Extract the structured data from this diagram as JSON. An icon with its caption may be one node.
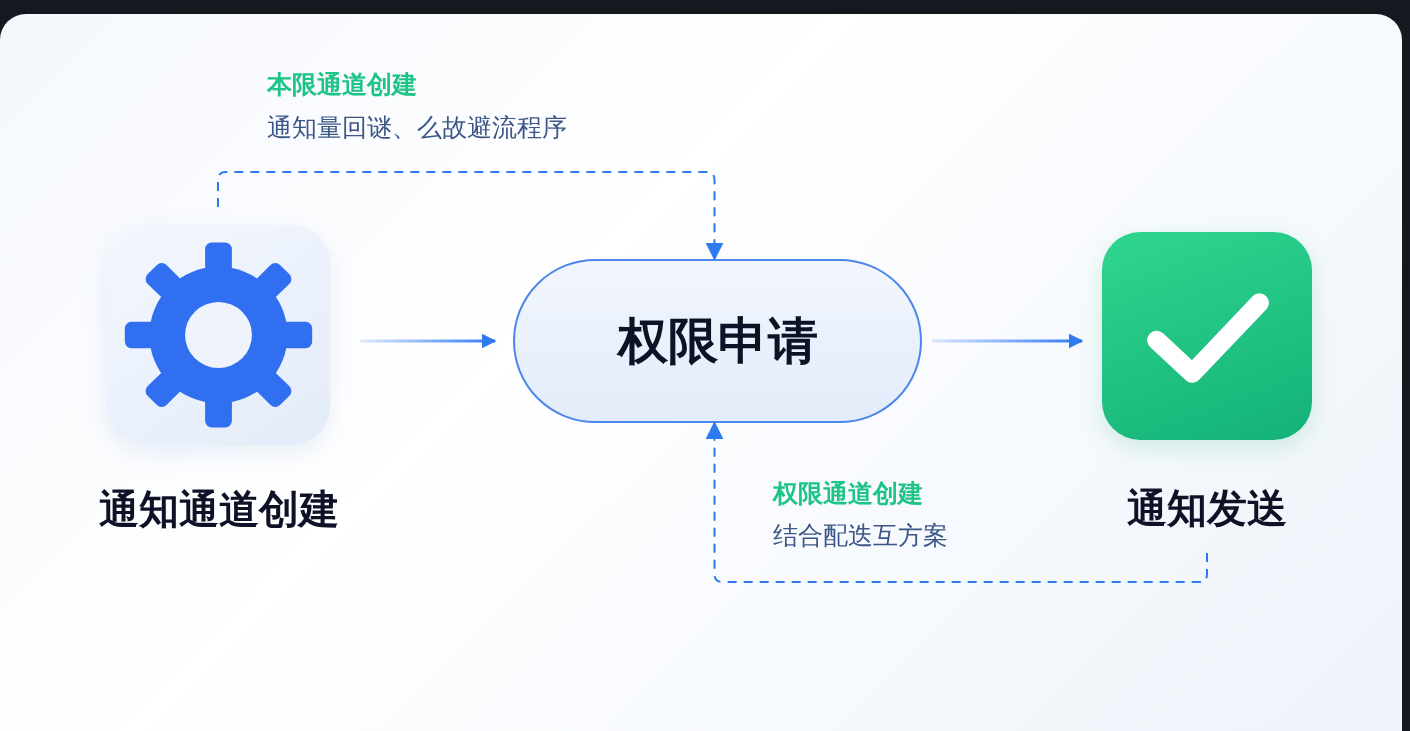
{
  "diagram": {
    "nodes": [
      {
        "text": [
          "通知通道创建"
        ]
      },
      {
        "text": [
          "权限申请"
        ]
      },
      {
        "text": [
          "通知发送"
        ]
      }
    ],
    "edges": [
      {
        "from": 0,
        "to": 1,
        "arrow": "to"
      },
      {
        "from": 1,
        "to": 2,
        "arrow": "to"
      },
      {
        "from": 0,
        "to": 1,
        "arrow": "to",
        "style": "dashed"
      },
      {
        "from": 2,
        "to": 1,
        "arrow": "to",
        "style": "dashed"
      }
    ],
    "labels": [
      "本限通道创建",
      "通知量回谜、么故避流程序",
      "权限通道创建",
      "结合配迭互方案"
    ]
  }
}
